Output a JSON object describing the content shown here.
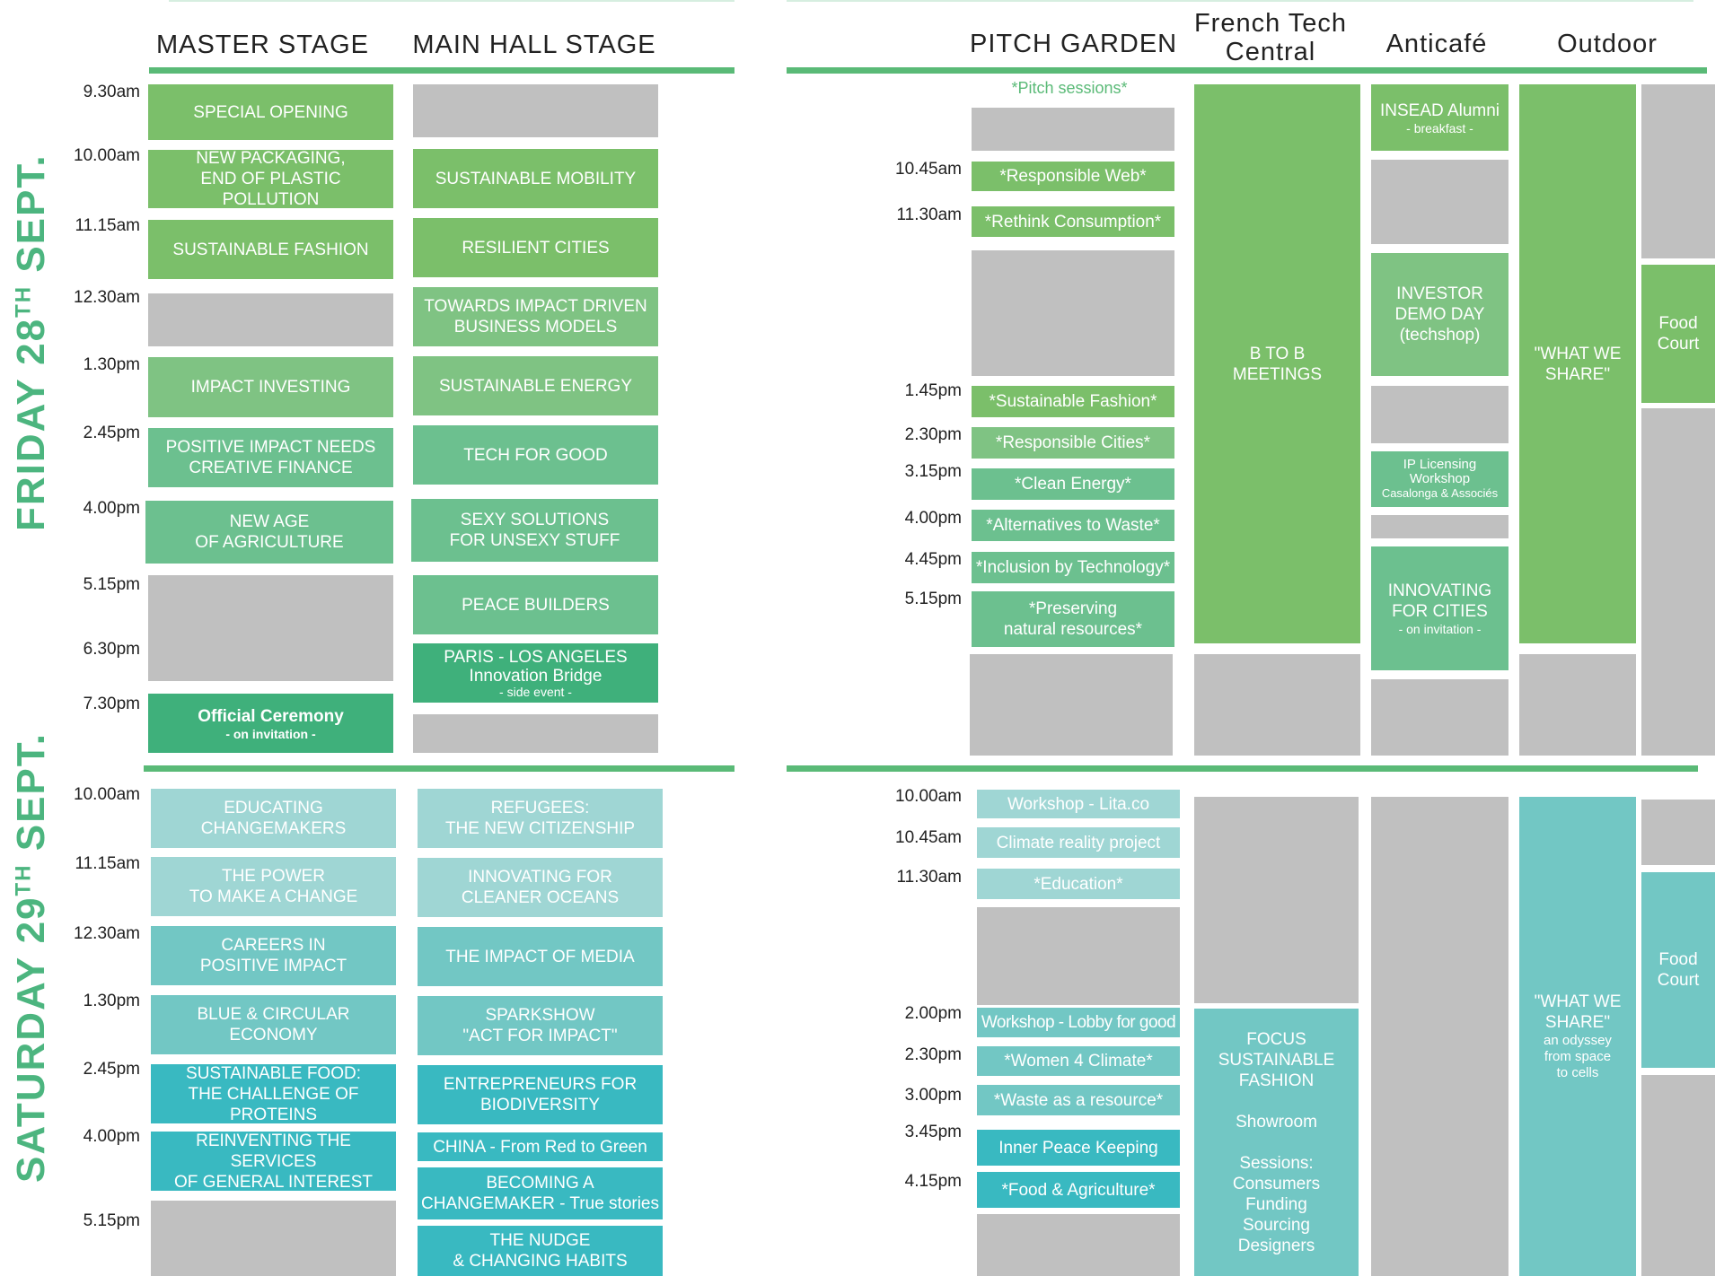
{
  "colors": {
    "green1": "#7bbf6a",
    "green2": "#7fc383",
    "green3": "#6cc08f",
    "green4": "#3fb07b",
    "gray": "#c0c0c0",
    "teal1": "#9fd6d4",
    "teal2": "#72c7c4",
    "teal3": "#39b9c1",
    "accent": "#4cb57f"
  },
  "headers": {
    "master_stage": "MASTER STAGE",
    "main_hall_stage": "MAIN HALL STAGE",
    "pitch_garden": "PITCH GARDEN",
    "french_tech": "French Tech\nCentral",
    "anticafe": "Anticafé",
    "outdoor": "Outdoor"
  },
  "days": {
    "friday": {
      "label": "FRIDAY 28",
      "sup": "TH",
      "suffix": " SEPT."
    },
    "saturday": {
      "label": "SATURDAY 29",
      "sup": "TH",
      "suffix": " SEPT."
    }
  },
  "friday": {
    "times_left": [
      "9.30am",
      "10.00am",
      "11.15am",
      "12.30am",
      "1.30pm",
      "2.45pm",
      "4.00pm",
      "5.15pm",
      "6.30pm",
      "7.30pm"
    ],
    "master": [
      {
        "title": "SPECIAL OPENING"
      },
      {
        "title": "NEW PACKAGING,\nEND OF PLASTIC POLLUTION"
      },
      {
        "title": "SUSTAINABLE FASHION"
      },
      {
        "title": "IMPACT INVESTING"
      },
      {
        "title": "POSITIVE IMPACT NEEDS\nCREATIVE FINANCE"
      },
      {
        "title": "NEW AGE\nOF AGRICULTURE"
      },
      {
        "title": "Official Ceremony",
        "sub": "- on invitation -"
      }
    ],
    "main_hall": [
      {
        "title": "SUSTAINABLE MOBILITY"
      },
      {
        "title": "RESILIENT CITIES"
      },
      {
        "title": "TOWARDS IMPACT DRIVEN\nBUSINESS MODELS"
      },
      {
        "title": "SUSTAINABLE ENERGY"
      },
      {
        "title": "TECH FOR GOOD"
      },
      {
        "title": "SEXY SOLUTIONS\nFOR UNSEXY STUFF"
      },
      {
        "title": "PEACE BUILDERS"
      },
      {
        "title": "PARIS - LOS ANGELES",
        "title2": "Innovation Bridge",
        "sub": "- side event -"
      }
    ],
    "pitch_label": "*Pitch sessions*",
    "times_right": [
      "10.45am",
      "11.30am",
      "1.45pm",
      "2.30pm",
      "3.15pm",
      "4.00pm",
      "4.45pm",
      "5.15pm"
    ],
    "pitch": [
      {
        "title": "*Responsible Web*"
      },
      {
        "title": "*Rethink Consumption*"
      },
      {
        "title": "*Sustainable Fashion*"
      },
      {
        "title": "*Responsible Cities*"
      },
      {
        "title": "*Clean Energy*"
      },
      {
        "title": "*Alternatives to Waste*"
      },
      {
        "title": "*Inclusion by Technology*"
      },
      {
        "title": "*Preserving\nnatural resources*"
      }
    ],
    "french_tech": {
      "title": "B TO B\nMEETINGS"
    },
    "anticafe": [
      {
        "title": "INSEAD Alumni",
        "sub": "- breakfast -"
      },
      {
        "title": "INVESTOR\nDEMO DAY\n(techshop)"
      },
      {
        "title": "IP Licensing\nWorkshop",
        "sub": "Casalonga & Associés"
      },
      {
        "title": "INNOVATING\nFOR CITIES",
        "sub": "- on invitation -"
      }
    ],
    "outdoor": {
      "title": "\"WHAT WE\nSHARE\""
    },
    "food": {
      "title": "Food\nCourt"
    }
  },
  "saturday": {
    "times_left": [
      "10.00am",
      "11.15am",
      "12.30am",
      "1.30pm",
      "2.45pm",
      "4.00pm",
      "5.15pm"
    ],
    "master": [
      {
        "title": "EDUCATING\nCHANGEMAKERS"
      },
      {
        "title": "THE POWER\nTO MAKE A CHANGE"
      },
      {
        "title": "CAREERS IN\nPOSITIVE IMPACT"
      },
      {
        "title": "BLUE & CIRCULAR\nECONOMY"
      },
      {
        "title": "SUSTAINABLE FOOD:\nTHE CHALLENGE OF PROTEINS"
      },
      {
        "title": "REINVENTING THE SERVICES\nOF GENERAL INTEREST"
      }
    ],
    "main_hall": [
      {
        "title": "REFUGEES:\nTHE NEW CITIZENSHIP"
      },
      {
        "title": "INNOVATING FOR\nCLEANER OCEANS"
      },
      {
        "title": "THE IMPACT OF MEDIA"
      },
      {
        "title": "SPARKSHOW\n\"ACT FOR IMPACT\""
      },
      {
        "title": "ENTREPRENEURS FOR\nBIODIVERSITY"
      },
      {
        "title": "CHINA - From Red to Green"
      },
      {
        "title": "BECOMING A\nCHANGEMAKER - True stories"
      },
      {
        "title": "THE NUDGE\n& CHANGING HABITS"
      }
    ],
    "times_right": [
      "10.00am",
      "10.45am",
      "11.30am",
      "2.00pm",
      "2.30pm",
      "3.00pm",
      "3.45pm",
      "4.15pm"
    ],
    "pitch": [
      {
        "title": "Workshop - Lita.co"
      },
      {
        "title": "Climate reality project"
      },
      {
        "title": "*Education*"
      },
      {
        "title": "Workshop - Lobby for good"
      },
      {
        "title": "*Women 4 Climate*"
      },
      {
        "title": "*Waste as a resource*"
      },
      {
        "title": "Inner Peace Keeping"
      },
      {
        "title": "*Food & Agriculture*"
      }
    ],
    "french_tech": {
      "title": "FOCUS\nSUSTAINABLE\nFASHION\n\nShowroom\n\nSessions:\nConsumers\nFunding\nSourcing\nDesigners"
    },
    "outdoor": {
      "title": "\"WHAT WE\nSHARE\"",
      "sub": "an odyssey\nfrom space\nto cells"
    },
    "food": {
      "title": "Food\nCourt"
    }
  }
}
